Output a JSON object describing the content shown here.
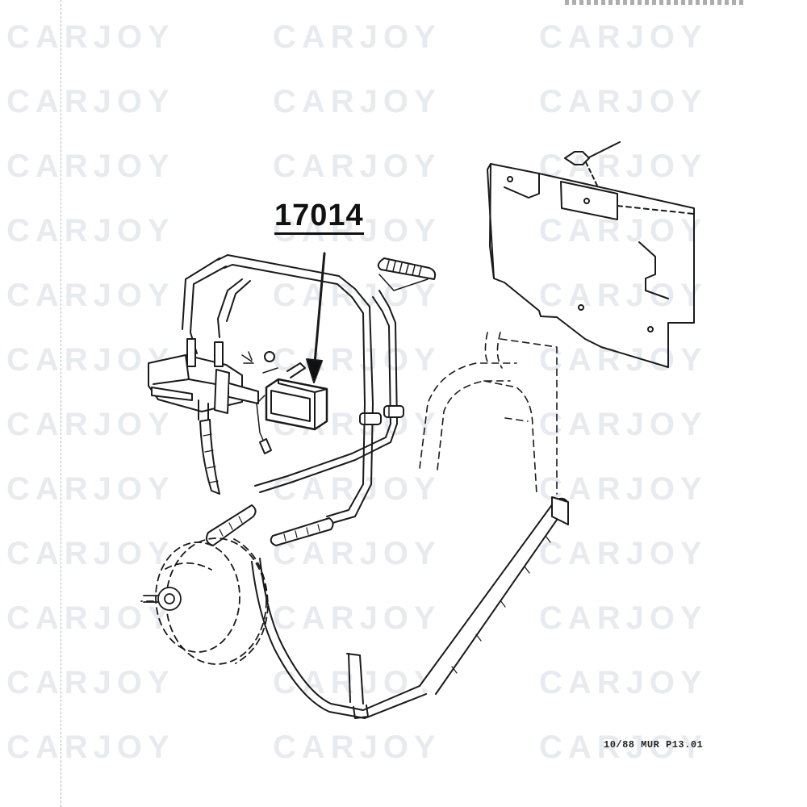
{
  "watermark": {
    "text": "CARJOY"
  },
  "callout": {
    "part_number": "17014"
  },
  "footer": {
    "page_ref": "10/88 MUR P13.01"
  }
}
